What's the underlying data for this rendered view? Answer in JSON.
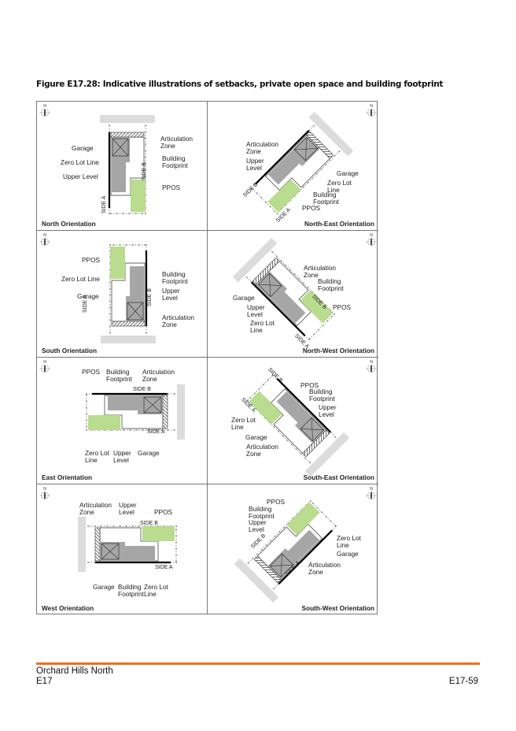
{
  "caption": "Figure E17.28: Indicative illustrations of setbacks, private open space and building footprint",
  "colors": {
    "ppos": "#b9dc8e",
    "building": "#a6a6a6",
    "road": "#dcdcdc",
    "accent": "#e8731c"
  },
  "compass_label": "N",
  "panels": [
    {
      "title": "North Orientation",
      "labels": [
        "Articulation\nZone",
        "Garage",
        "Zero Lot Line",
        "Upper Level",
        "Building\nFootprint",
        "PPOS"
      ],
      "sides": [
        "SIDE B",
        "SIDE A"
      ]
    },
    {
      "title": "North-East Orientation",
      "labels": [
        "Articulation\nZone",
        "Upper\nLevel",
        "Garage",
        "Zero Lot\nLine",
        "Building\nFootprint",
        "PPOS"
      ],
      "sides": [
        "SIDE B",
        "SIDE A"
      ]
    },
    {
      "title": "South Orientation",
      "labels": [
        "PPOS",
        "Zero Lot Line",
        "Building\nFootprint",
        "Upper\nLevel",
        "Garage",
        "Articulation\nZone"
      ],
      "sides": [
        "SIDE A",
        "SIDE B"
      ]
    },
    {
      "title": "North-West Orientation",
      "labels": [
        "Articulation\nZone",
        "Building\nFootprint",
        "Garage",
        "PPOS",
        "Upper\nLevel",
        "Zero Lot\nLine"
      ],
      "sides": [
        "SIDE B",
        "SIDE A"
      ]
    },
    {
      "title": "East Orientation",
      "labels": [
        "PPOS",
        "Building\nFootprint",
        "Articulation\nZone",
        "Zero Lot\nLine",
        "Upper\nLevel",
        "Garage"
      ],
      "sides": [
        "SIDE B",
        "SIDE A"
      ]
    },
    {
      "title": "South-East Orientation",
      "labels": [
        "PPOS",
        "Building\nFootprint",
        "Upper\nLevel",
        "Zero Lot\nLine",
        "Garage",
        "Articulation\nZone"
      ],
      "sides": [
        "SIDE B",
        "SIDE A"
      ]
    },
    {
      "title": "West Orientation",
      "labels": [
        "Articulation\nZone",
        "Upper\nLevel",
        "PPOS",
        "Garage",
        "Building\nFootprint",
        "Zero Lot\nLine"
      ],
      "sides": [
        "SIDE B",
        "SIDE A"
      ]
    },
    {
      "title": "South-West Orientation",
      "labels": [
        "PPOS",
        "Building\nFootprint",
        "Upper\nLevel",
        "Zero Lot\nLine",
        "Garage",
        "Articulation\nZone"
      ],
      "sides": [
        "SIDE B",
        "SIDE A"
      ]
    }
  ],
  "footer": {
    "project": "Orchard Hills North",
    "section": "E17",
    "page": "E17-59"
  }
}
